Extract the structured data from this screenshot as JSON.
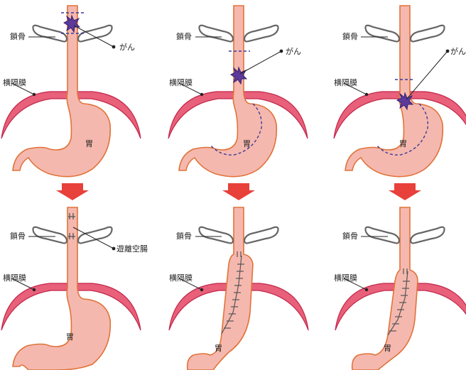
{
  "labels": {
    "clavicle": "鎖骨",
    "diaphragm": "横隔膜",
    "stomach": "胃",
    "cancer": "がん",
    "jejunum": "遊離空腸"
  },
  "colors": {
    "organ_fill": "#f5b8ae",
    "organ_stroke": "#e0733a",
    "diaphragm_fill": "#e8607a",
    "diaphragm_stroke": "#c2274a",
    "clavicle_stroke": "#666666",
    "tumor": "#5c3a9a",
    "dashed_line": "#3b3b9a",
    "arrow": "#e8403a",
    "staple": "#555555"
  }
}
